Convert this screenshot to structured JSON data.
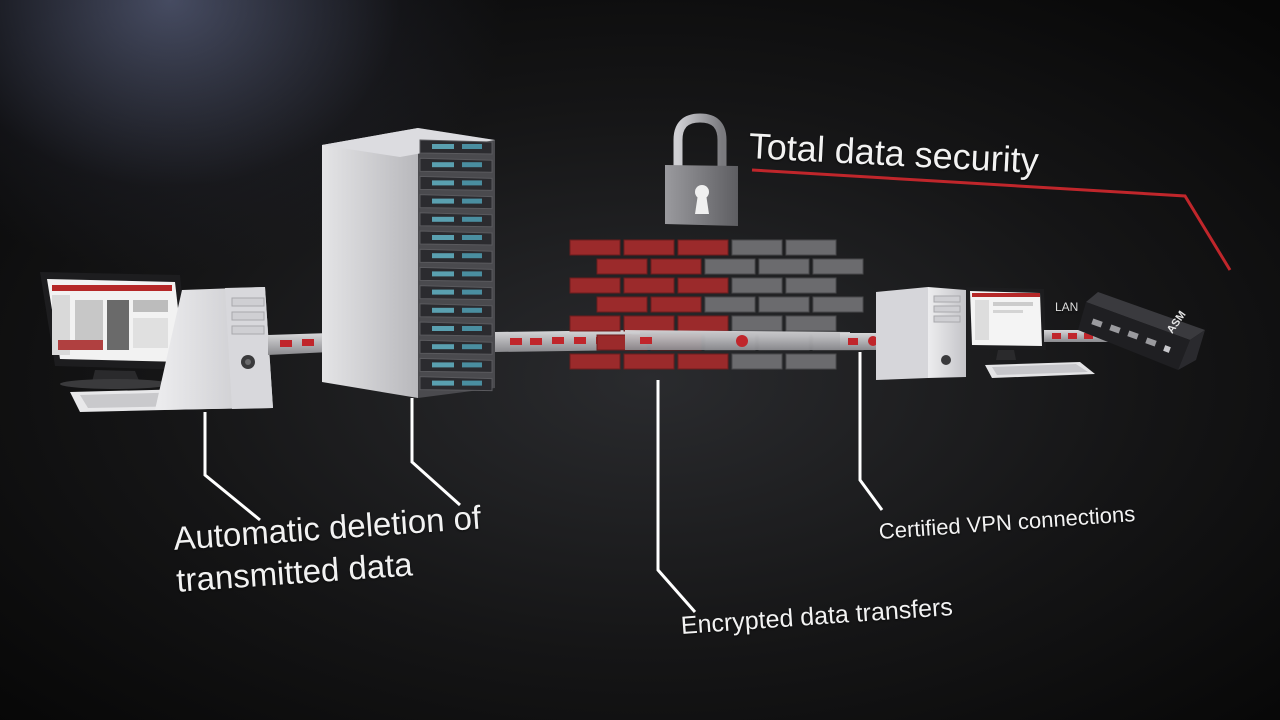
{
  "labels": {
    "security": "Total data security",
    "deletion": "Automatic deletion of\ntransmitted data",
    "encrypted": "Encrypted data transfers",
    "vpn": "Certified VPN connections",
    "lan": "LAN",
    "router_brand": "ASM"
  },
  "colors": {
    "accent_red": "#c0262b",
    "brick_red": "#9b2a2b",
    "brick_grey": "#6b6b6e",
    "callout_line": "#ffffff"
  }
}
